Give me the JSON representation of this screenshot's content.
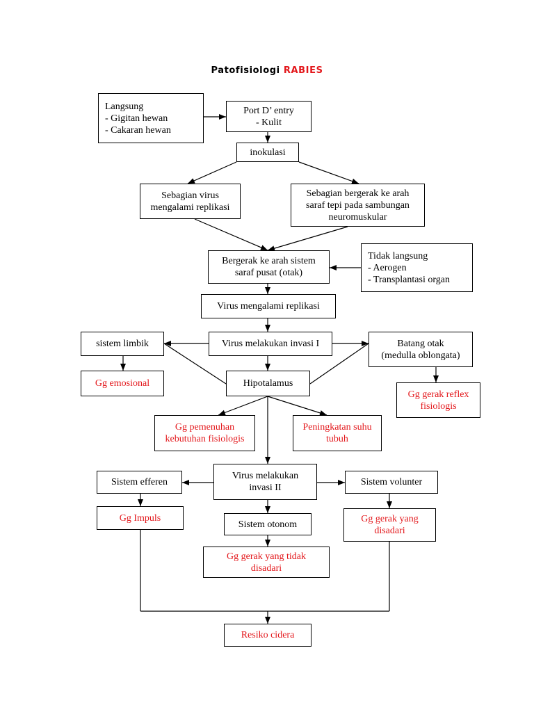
{
  "title": {
    "prefix": "Patofisiologi",
    "accent": "RABIES"
  },
  "nodes": {
    "langsung": {
      "lines": [
        "Langsung",
        "- Gigitan hewan",
        "- Cakaran hewan"
      ]
    },
    "port_entry": {
      "lines": [
        "Port D’ entry",
        "- Kulit"
      ]
    },
    "inokulasi": {
      "lines": [
        "inokulasi"
      ]
    },
    "sebagian_virus": {
      "lines": [
        "Sebagian virus",
        "mengalami replikasi"
      ]
    },
    "sebagian_saraf": {
      "lines": [
        "Sebagian bergerak ke arah",
        "saraf tepi pada sambungan",
        "neuromuskular"
      ]
    },
    "bergerak_sistem": {
      "lines": [
        "Bergerak ke arah sistem",
        "saraf pusat (otak)"
      ]
    },
    "tidak_langsung": {
      "lines": [
        "Tidak langsung",
        "- Aerogen",
        "- Transplantasi organ"
      ]
    },
    "replikasi": {
      "lines": [
        "Virus mengalami replikasi"
      ]
    },
    "invasi_1": {
      "lines": [
        "Virus melakukan invasi I"
      ]
    },
    "limbik": {
      "lines": [
        "sistem limbik"
      ]
    },
    "batang_otak": {
      "lines": [
        "Batang otak",
        "(medulla oblongata)"
      ]
    },
    "emosional": {
      "lines": [
        "Gg emosional"
      ]
    },
    "hipotalamus": {
      "lines": [
        "Hipotalamus"
      ]
    },
    "reflex": {
      "lines": [
        "Gg gerak reflex",
        "fisiologis"
      ]
    },
    "pemenuhan": {
      "lines": [
        "Gg pemenuhan",
        "kebutuhan fisiologis"
      ]
    },
    "suhu": {
      "lines": [
        "Peningkatan suhu",
        "tubuh"
      ]
    },
    "invasi_2": {
      "lines": [
        "Virus melakukan",
        "invasi II"
      ]
    },
    "efferen": {
      "lines": [
        "Sistem efferen"
      ]
    },
    "volunter": {
      "lines": [
        "Sistem volunter"
      ]
    },
    "impuls": {
      "lines": [
        "Gg Impuls"
      ]
    },
    "otonom": {
      "lines": [
        "Sistem otonom"
      ]
    },
    "gerak_disadari": {
      "lines": [
        "Gg gerak yang",
        "disadari"
      ]
    },
    "gerak_tidak": {
      "lines": [
        "Gg gerak yang tidak",
        "disadari"
      ]
    },
    "resiko": {
      "lines": [
        "Resiko cidera"
      ]
    }
  },
  "colors": {
    "text": "#000000",
    "red": "#e3171b",
    "line": "#000000"
  }
}
